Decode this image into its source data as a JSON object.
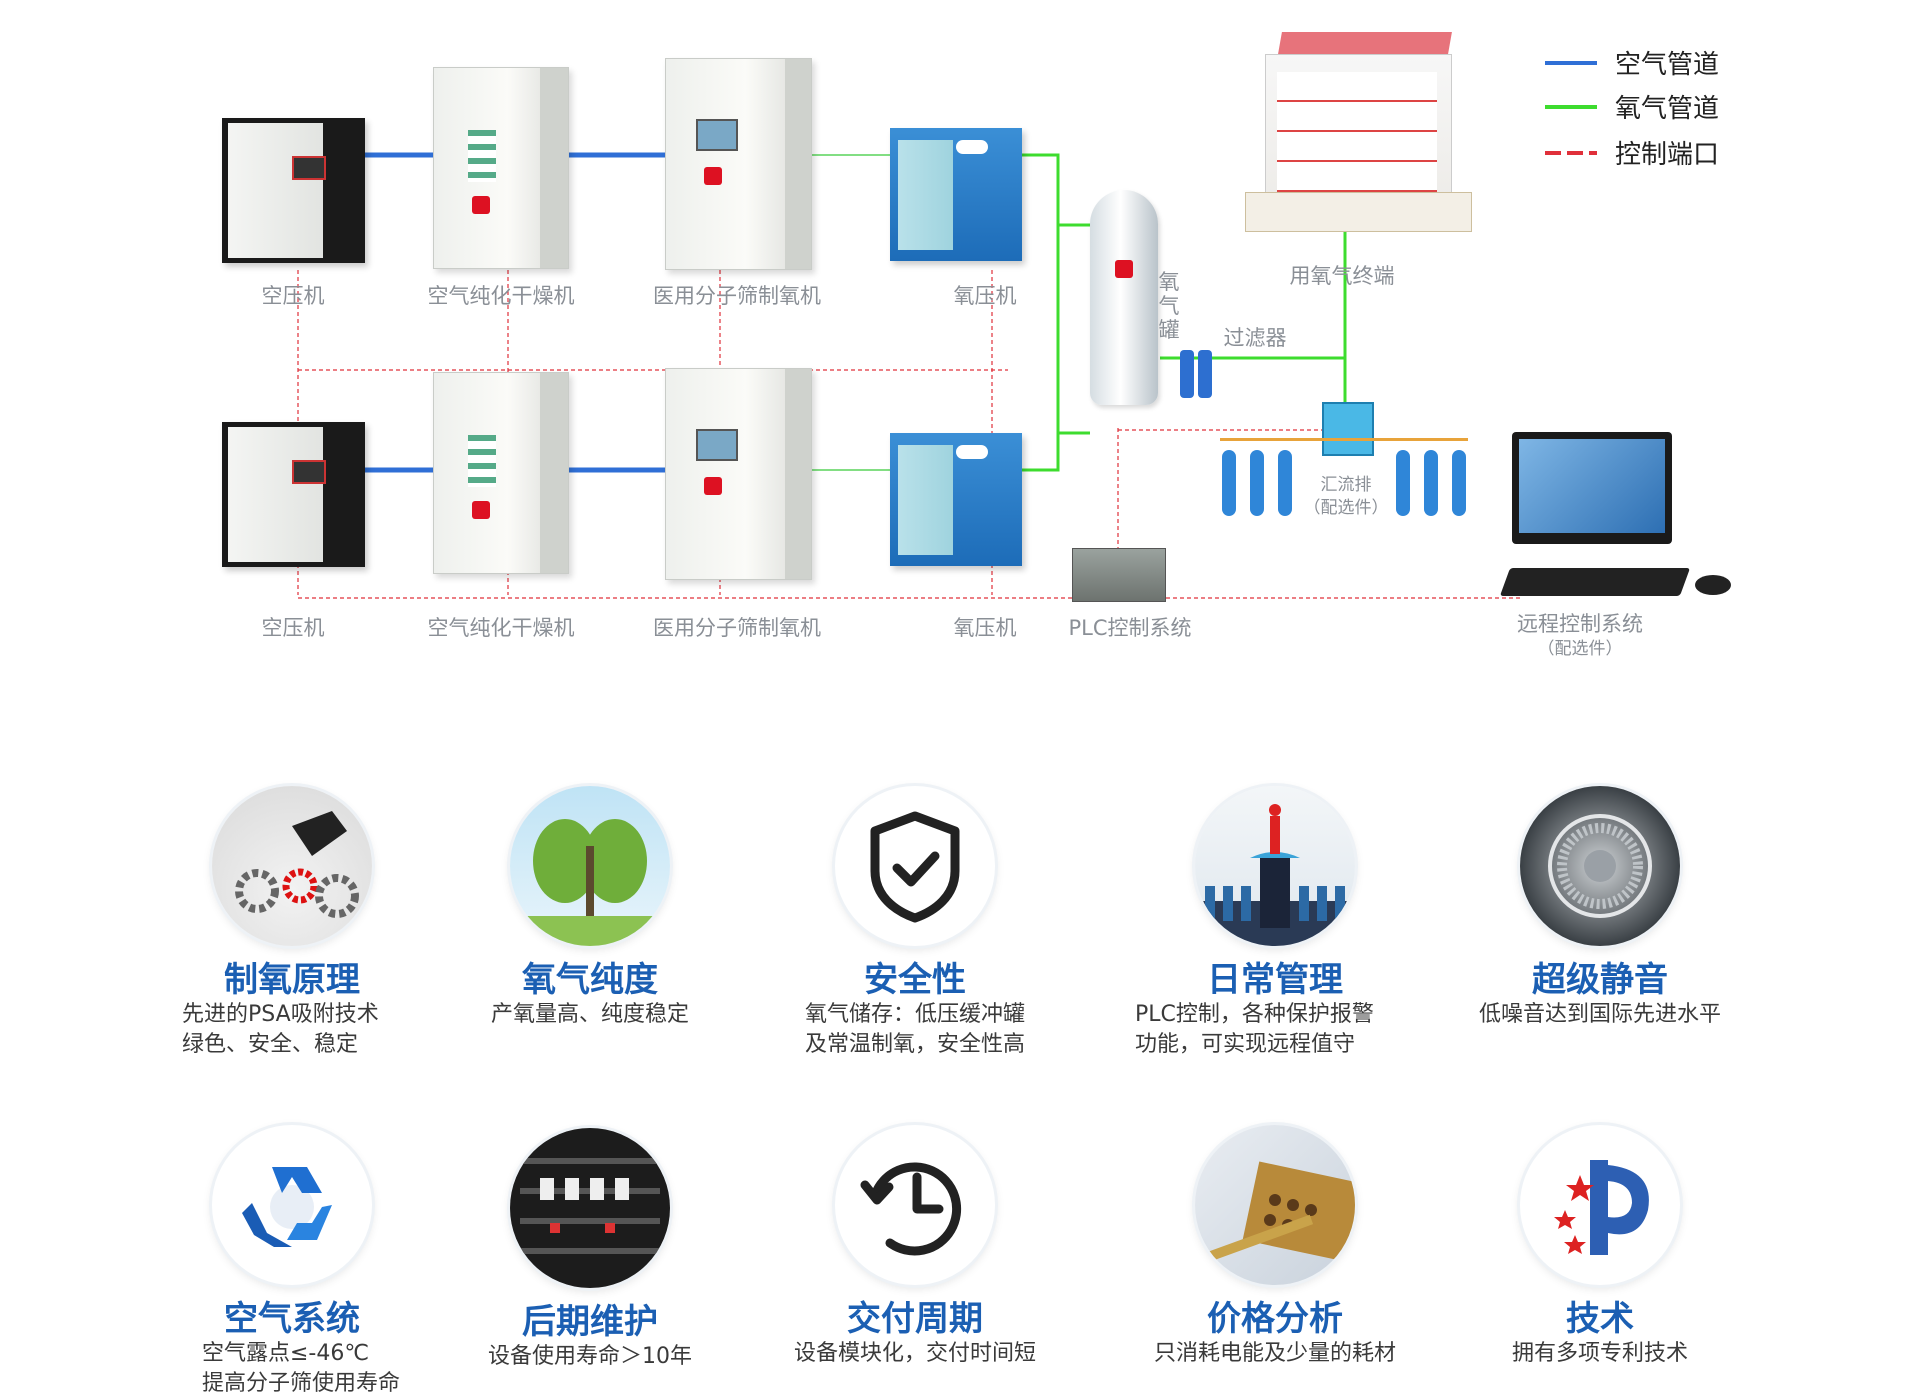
{
  "legend": [
    {
      "label": "空气管道",
      "color": "#2f6fd6"
    },
    {
      "label": "氧气管道",
      "color": "#3ddc2e"
    },
    {
      "label": "控制端口",
      "color": "#e0303a"
    }
  ],
  "diagram": {
    "row1_labels": [
      "空压机",
      "空气纯化干燥机",
      "医用分子筛制氧机",
      "氧压机"
    ],
    "row2_labels": [
      "空压机",
      "空气纯化干燥机",
      "医用分子筛制氧机",
      "氧压机"
    ],
    "plc_label": "PLC控制系统",
    "tank_label": "氧气罐",
    "filter_label": "过滤器",
    "terminal_label": "用氧气终端",
    "manifold_label": "汇流排",
    "manifold_note": "（配选件）",
    "remote_label": "远程控制系统",
    "remote_note": "（配选件）"
  },
  "features": [
    {
      "title": "制氧原理",
      "desc": "先进的PSA吸附技术\n绿色、安全、稳定",
      "icon": "gear-hand-icon"
    },
    {
      "title": "氧气纯度",
      "desc": "产氧量高、纯度稳定",
      "icon": "lung-tree-icon"
    },
    {
      "title": "安全性",
      "desc": "氧气储存：低压缓冲罐\n及常温制氧，安全性高",
      "icon": "shield-check-icon"
    },
    {
      "title": "日常管理",
      "desc": "PLC控制，各种保护报警\n功能，可实现远程值守",
      "icon": "leader-icon"
    },
    {
      "title": "超级静音",
      "desc": "低噪音达到国际先进水平",
      "icon": "fan-icon"
    },
    {
      "title": "空气系统",
      "desc": "空气露点≤-46℃\n提高分子筛使用寿命",
      "icon": "recycle-icon"
    },
    {
      "title": "后期维护",
      "desc": "设备使用寿命＞10年",
      "icon": "mixer-icon"
    },
    {
      "title": "交付周期",
      "desc": "设备模块化，交付时间短",
      "icon": "clock-icon"
    },
    {
      "title": "价格分析",
      "desc": "只消耗电能及少量的耗材",
      "icon": "abacus-icon"
    },
    {
      "title": "技术",
      "desc": "拥有多项专利技术",
      "icon": "patent-icon"
    }
  ]
}
